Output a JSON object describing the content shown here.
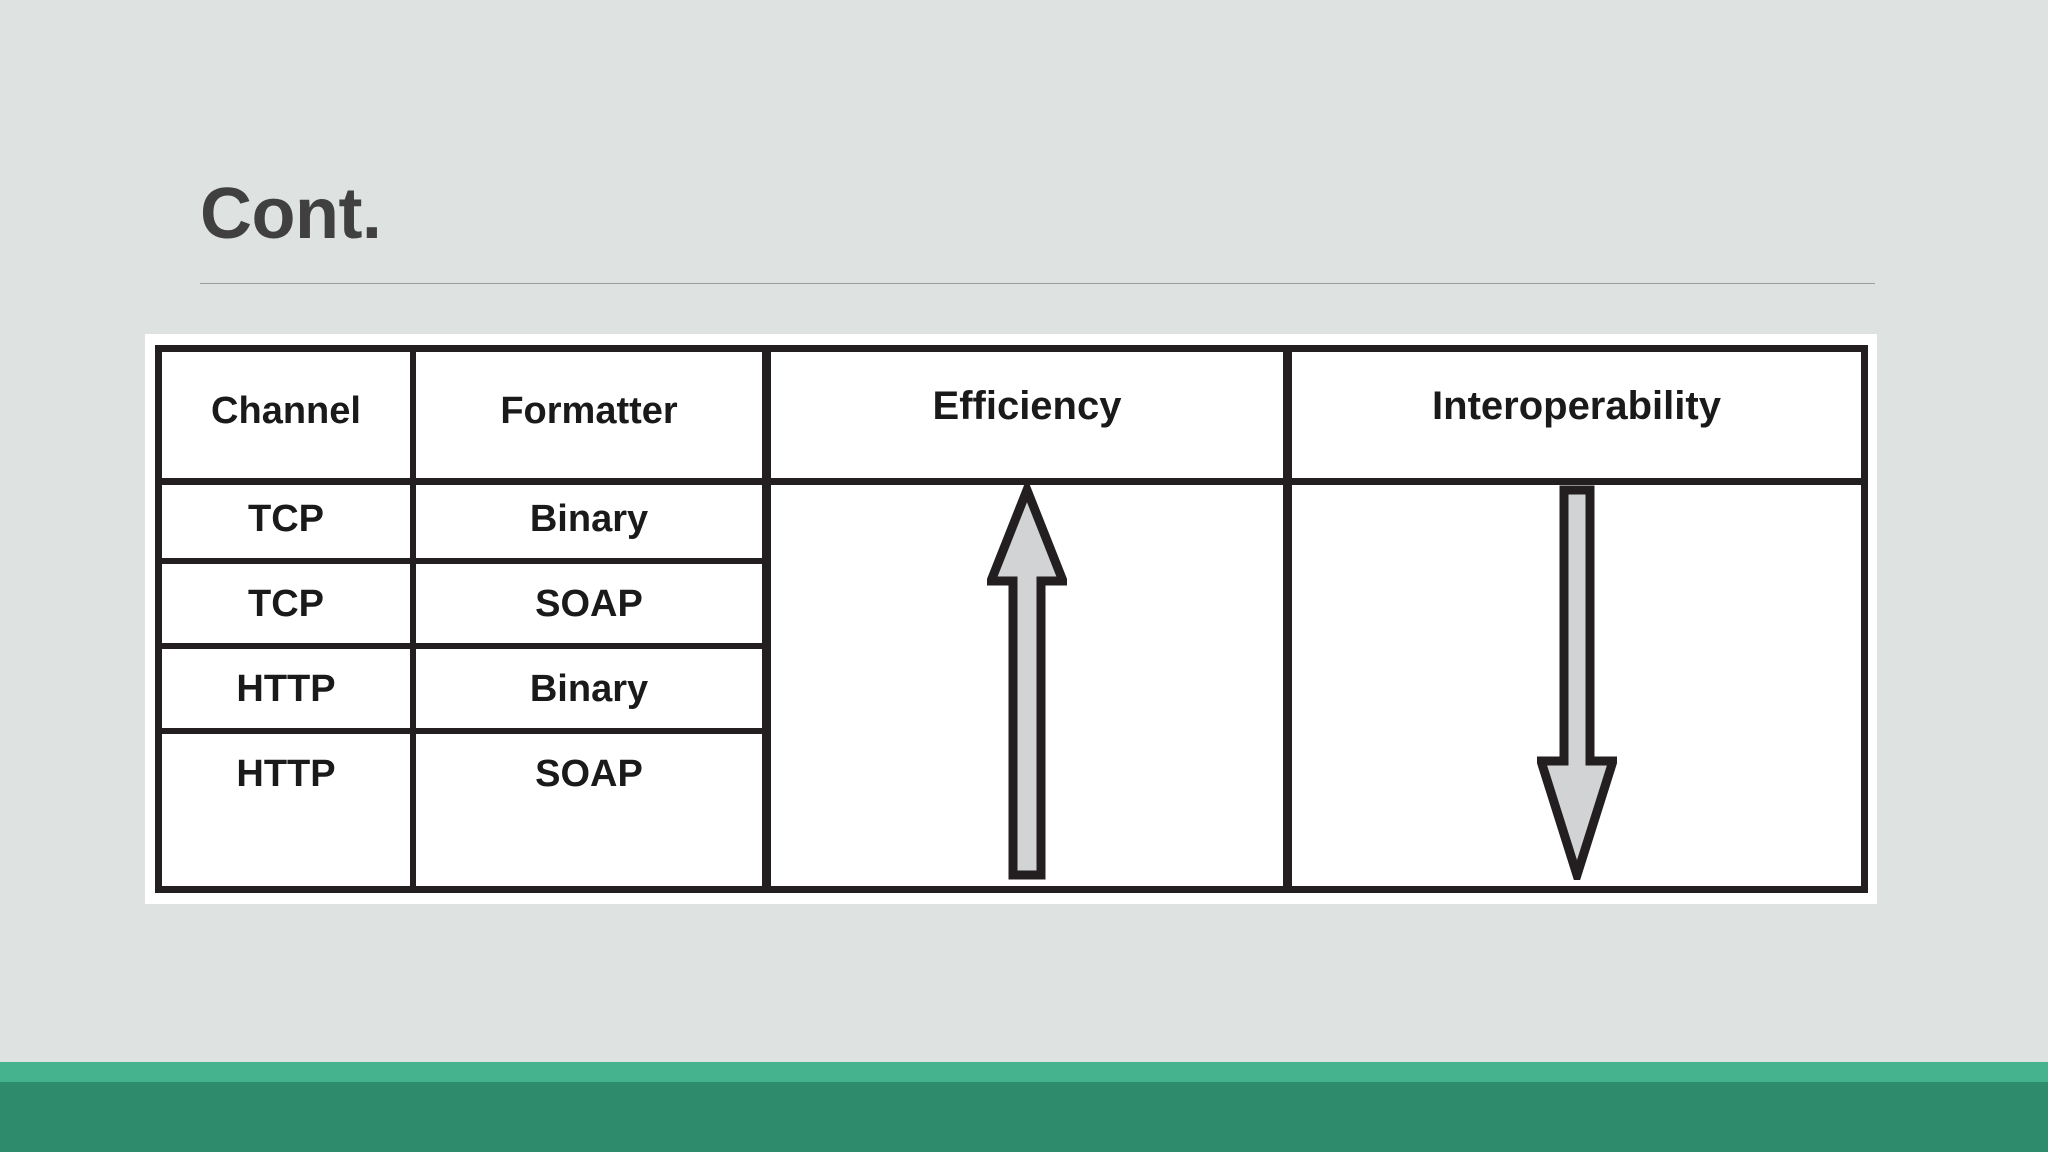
{
  "slide": {
    "title": "Cont.",
    "background_color": "#dee2e1",
    "title_color": "#404040"
  },
  "accent": {
    "light_green": "#45b38e",
    "dark_green": "#2e8b6b"
  },
  "table": {
    "border_color": "#231f20",
    "cell_background": "#ffffff",
    "columns": [
      "Channel",
      "Formatter",
      "Efficiency",
      "Interoperability"
    ],
    "rows": [
      {
        "channel": "TCP",
        "formatter": "Binary"
      },
      {
        "channel": "TCP",
        "formatter": "SOAP"
      },
      {
        "channel": "HTTP",
        "formatter": "Binary"
      },
      {
        "channel": "HTTP",
        "formatter": "SOAP"
      }
    ],
    "indicators": {
      "efficiency": {
        "icon": "arrow-up-icon",
        "direction": "up",
        "meaning": "Efficiency increases from bottom row to top row",
        "fill_color": "#d2d3d4",
        "outline_color": "#231f20"
      },
      "interoperability": {
        "icon": "arrow-down-icon",
        "direction": "down",
        "meaning": "Interoperability increases from top row to bottom row",
        "fill_color": "#d2d3d4",
        "outline_color": "#231f20"
      }
    }
  }
}
